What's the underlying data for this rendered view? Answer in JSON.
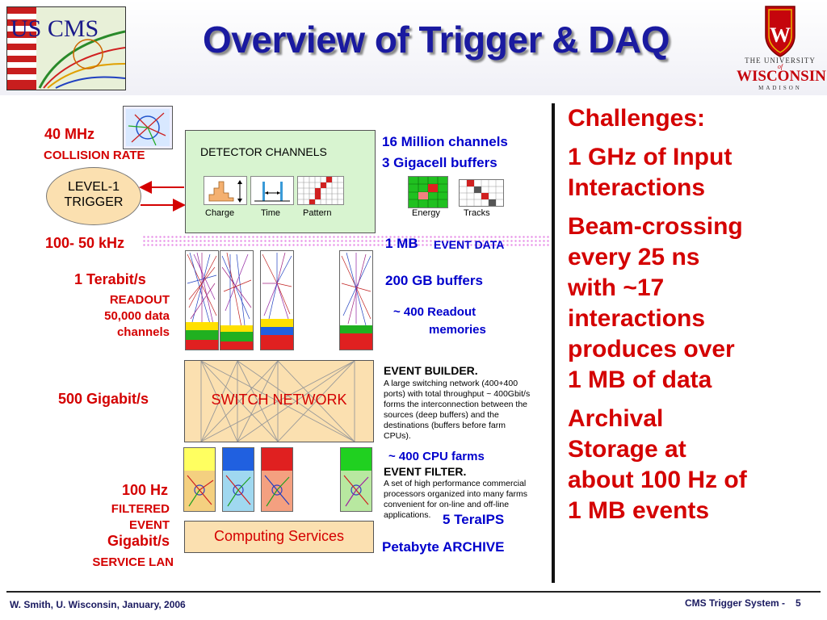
{
  "title": "Overview of Trigger & DAQ",
  "logos": {
    "left_text": "US CMS",
    "right_line1": "THE UNIVERSITY",
    "right_of": "of",
    "right_line2": "WISCONSIN",
    "right_line3": "MADISON",
    "shield_letter": "W"
  },
  "left": {
    "rate_mhz": "40 MHz",
    "collision": "COLLISION RATE",
    "level1": "LEVEL-1",
    "trigger": "TRIGGER",
    "khz": "100- 50 kHz",
    "terabit": "1 Terabit/s",
    "readout": "READOUT",
    "data_ch1": "50,000 data",
    "data_ch2": "channels",
    "gigabit500": "500 Gigabit/s",
    "hz100": "100 Hz",
    "filtered": "FILTERED",
    "event": "EVENT",
    "gigabit": "Gigabit/s",
    "service_lan": "SERVICE LAN"
  },
  "center": {
    "detector_channels": "DETECTOR CHANNELS",
    "charge": "Charge",
    "time": "Time",
    "pattern": "Pattern",
    "switch_network": "SWITCH NETWORK",
    "computing_services": "Computing Services"
  },
  "mid": {
    "million": "16 Million channels",
    "gigacell": "3 Gigacell buffers",
    "energy": "Energy",
    "tracks": "Tracks",
    "mb": "1 MB",
    "event_data": "EVENT DATA",
    "gb_buffers": "200 GB buffers",
    "readout_mem1": "~ 400 Readout",
    "readout_mem2": "memories",
    "builder_title": "EVENT BUILDER.",
    "builder_text": [
      "A large switching network (400+400",
      "ports) with total throughput ~ 400Gbit/s",
      "forms the interconnection between the",
      "sources (deep buffers) and the",
      "destinations (buffers before farm",
      "CPUs)."
    ],
    "cpu_farms": "~ 400 CPU farms",
    "filter_title": "EVENT FILTER.",
    "filter_text": [
      "A set of high performance commercial",
      "processors organized into many farms",
      "convenient for on-line and off-line",
      "applications."
    ],
    "teraips": "5 TeraIPS",
    "archive": "Petabyte ARCHIVE"
  },
  "right": {
    "challenges": "Challenges:",
    "lines": [
      "1 GHz of Input",
      "Interactions",
      "Beam-crossing",
      "every 25 ns",
      "with ~17",
      "interactions",
      "produces over",
      "1 MB of data",
      "Archival",
      "Storage at",
      "about 100 Hz of",
      "1 MB events"
    ]
  },
  "footer": {
    "left": "W. Smith, U. Wisconsin, January, 2006",
    "right": "CMS Trigger System -",
    "page": "5"
  },
  "colors": {
    "title_blue": "#1a1aa0",
    "text_red": "#d40000",
    "text_blue": "#0000cc",
    "detector_green": "#d8f4d0",
    "switch_orange": "#fbe0b0",
    "trigger_ellipse": "#fbe0b0"
  }
}
